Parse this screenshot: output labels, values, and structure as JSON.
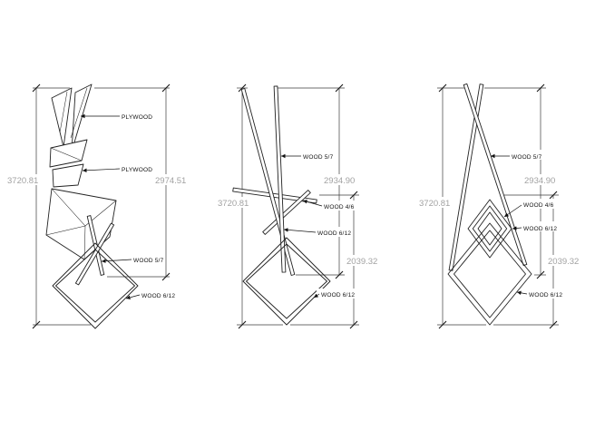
{
  "drawing": {
    "colors": {
      "background": "#ffffff",
      "line": "#222222",
      "dim_text": "#a2a2a2",
      "label_text": "#111111"
    },
    "figures": [
      {
        "name": "left-elevation",
        "dims": {
          "total_height": "3720.81",
          "partial_height": "2974.51"
        },
        "labels": {
          "plywood_top": "PLYWOOD",
          "plywood_mid": "PLYWOOD",
          "wood_5_7": "WOOD 5/7",
          "wood_6_12": "WOOD 6/12"
        }
      },
      {
        "name": "middle-elevation",
        "dims": {
          "total_height": "3720.81",
          "partial_upper": "2934.90",
          "partial_lower": "2039.32"
        },
        "labels": {
          "wood_5_7": "WOOD 5/7",
          "wood_4_6": "WOOD 4/6",
          "wood_6_12_mid": "WOOD 6/12",
          "wood_6_12_bottom": "WOOD 6/12"
        }
      },
      {
        "name": "right-elevation",
        "dims": {
          "total_height": "3720.81",
          "partial_upper": "2934.90",
          "partial_lower": "2039.32"
        },
        "labels": {
          "wood_5_7": "WOOD 5/7",
          "wood_4_6": "WOOD 4/6",
          "wood_6_12_mid": "WOOD 6/12",
          "wood_6_12_bottom": "WOOD 6/12"
        }
      }
    ]
  }
}
